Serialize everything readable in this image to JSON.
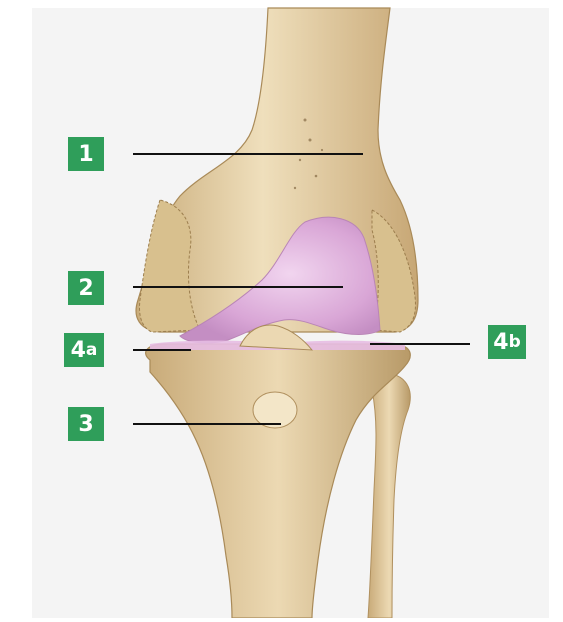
{
  "diagram": {
    "labels": {
      "label_1": "1",
      "label_2": "2",
      "label_3": "3",
      "label_4a_num": "4",
      "label_4a_letter": "a",
      "label_4b_num": "4",
      "label_4b_letter": "b"
    },
    "colors": {
      "label_bg": "#2f9e5a",
      "label_text": "#ffffff",
      "leader": "#111111",
      "panel_bg": "#f4f4f4",
      "bone": "#e3cfa5",
      "cartilage": "#e1b6df"
    }
  }
}
